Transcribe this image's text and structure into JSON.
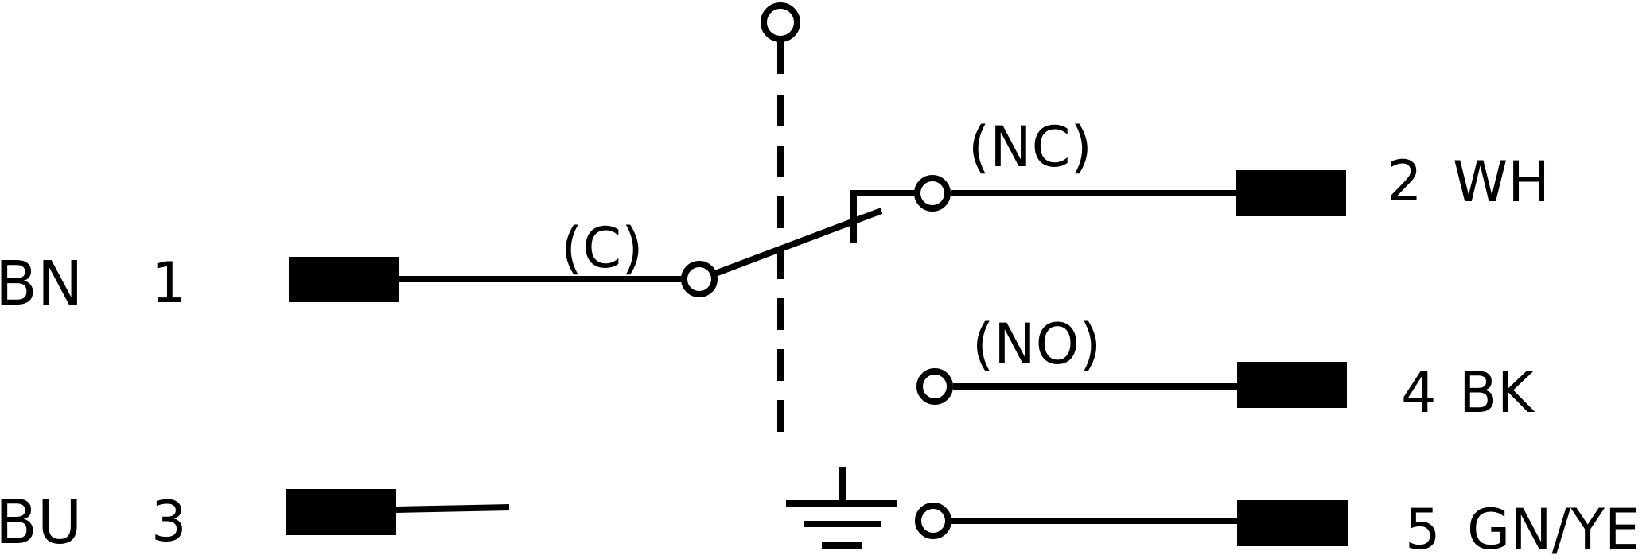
{
  "page": {
    "background_color": "#ffffff",
    "ink_color": "#000000"
  },
  "schematic": {
    "kind": "changeover-switch-pinout-diagram",
    "contact_labels": {
      "common": "(C)",
      "normally_closed": "(NC)",
      "normally_open": "(NO)"
    },
    "left_terminals": [
      {
        "color_code": "BN",
        "pin": "1"
      },
      {
        "color_code": "BU",
        "pin": "3"
      }
    ],
    "right_terminals": [
      {
        "pin": "2",
        "color_code": "WH"
      },
      {
        "pin": "4",
        "color_code": "BK"
      },
      {
        "pin": "5",
        "color_code": "GN/YE"
      }
    ],
    "symbols": {
      "actuator": "plunger-circle-icon",
      "earth": "earth-ground-icon"
    }
  }
}
